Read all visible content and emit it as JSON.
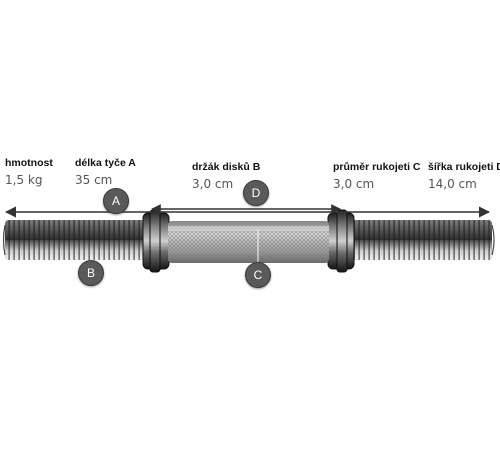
{
  "specs": [
    {
      "label": "hmotnost",
      "value": "1,5 kg"
    },
    {
      "label": "délka tyče A",
      "value": "35 cm"
    },
    {
      "label": "držák disků B",
      "value": "3,0 cm"
    },
    {
      "label": "průměr rukojeti C",
      "value": "3,0 cm"
    },
    {
      "label": "šířka rukojeti D",
      "value": "14,0 cm"
    }
  ],
  "markers": {
    "a": "A",
    "b": "B",
    "c": "C",
    "d": "D"
  },
  "colors": {
    "marker": "#5a5a5a",
    "arrow": "#333333",
    "label": "#111111",
    "value": "#555555"
  }
}
